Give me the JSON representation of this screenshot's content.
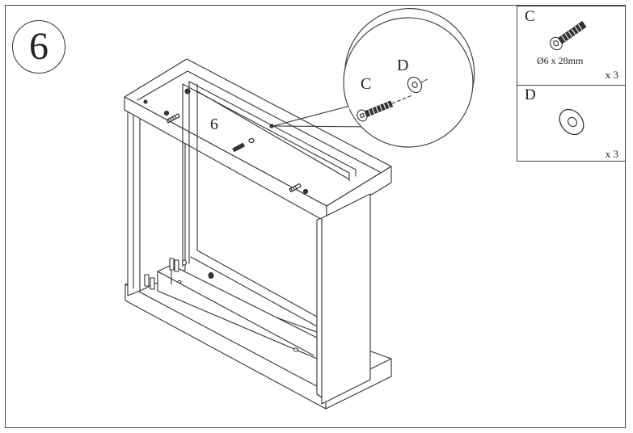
{
  "step": {
    "number": "6"
  },
  "callout": {
    "screw_label": "C",
    "washer_label": "D"
  },
  "assembly": {
    "step_marker": "6"
  },
  "parts": [
    {
      "letter": "C",
      "icon": "screw-icon",
      "dimension": "Ø6 x 28mm",
      "quantity": "x 3"
    },
    {
      "letter": "D",
      "icon": "washer-icon",
      "dimension": "",
      "quantity": "x 3"
    }
  ],
  "colors": {
    "line": "#333333",
    "background": "#ffffff",
    "border": "#444444"
  }
}
